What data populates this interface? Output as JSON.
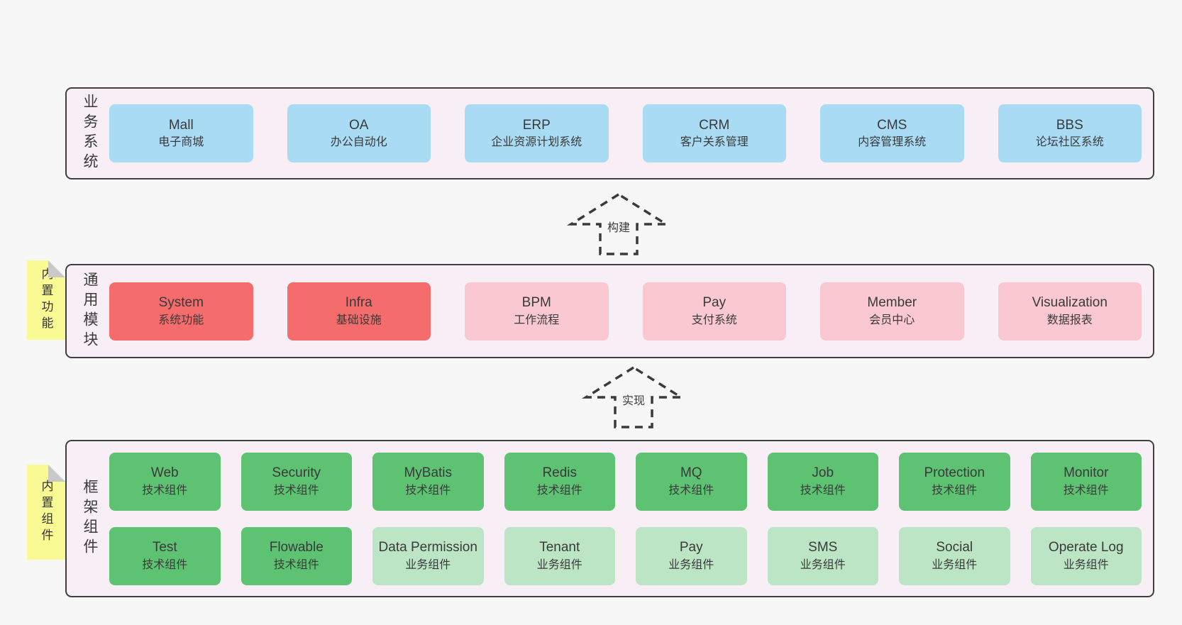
{
  "colors": {
    "page_bg": "#f7f7f7",
    "panel_bg": "#f8eef6",
    "panel_border": "#3f3f3f",
    "box_blue": "#a9dbf5",
    "box_red": "#f56c6c",
    "box_pink": "#fac8d1",
    "box_green": "#5dc373",
    "box_green_light": "#bce5c5",
    "sticky_yellow": "#fafa94",
    "sticky_fold": "#c9c9c9",
    "text": "#3a3a3a"
  },
  "arrows": [
    {
      "label": "构建"
    },
    {
      "label": "实现"
    }
  ],
  "sections": [
    {
      "id": "business-systems",
      "label": "业务系统",
      "boxes": [
        {
          "name": "Mall",
          "desc": "电子商城",
          "variant": "blue"
        },
        {
          "name": "OA",
          "desc": "办公自动化",
          "variant": "blue"
        },
        {
          "name": "ERP",
          "desc": "企业资源计划系统",
          "variant": "blue"
        },
        {
          "name": "CRM",
          "desc": "客户关系管理",
          "variant": "blue"
        },
        {
          "name": "CMS",
          "desc": "内容管理系统",
          "variant": "blue"
        },
        {
          "name": "BBS",
          "desc": "论坛社区系统",
          "variant": "blue"
        }
      ]
    },
    {
      "id": "common-modules",
      "label": "通用模块",
      "sticky": "内置功能",
      "boxes": [
        {
          "name": "System",
          "desc": "系统功能",
          "variant": "red"
        },
        {
          "name": "Infra",
          "desc": "基础设施",
          "variant": "red"
        },
        {
          "name": "BPM",
          "desc": "工作流程",
          "variant": "pink"
        },
        {
          "name": "Pay",
          "desc": "支付系统",
          "variant": "pink"
        },
        {
          "name": "Member",
          "desc": "会员中心",
          "variant": "pink"
        },
        {
          "name": "Visualization",
          "desc": "数据报表",
          "variant": "pink"
        }
      ]
    },
    {
      "id": "framework-components",
      "label": "框架组件",
      "sticky": "内置组件",
      "rows": [
        [
          {
            "name": "Web",
            "desc": "技术组件",
            "variant": "green"
          },
          {
            "name": "Security",
            "desc": "技术组件",
            "variant": "green"
          },
          {
            "name": "MyBatis",
            "desc": "技术组件",
            "variant": "green"
          },
          {
            "name": "Redis",
            "desc": "技术组件",
            "variant": "green"
          },
          {
            "name": "MQ",
            "desc": "技术组件",
            "variant": "green"
          },
          {
            "name": "Job",
            "desc": "技术组件",
            "variant": "green"
          },
          {
            "name": "Protection",
            "desc": "技术组件",
            "variant": "green"
          },
          {
            "name": "Monitor",
            "desc": "技术组件",
            "variant": "green"
          }
        ],
        [
          {
            "name": "Test",
            "desc": "技术组件",
            "variant": "green"
          },
          {
            "name": "Flowable",
            "desc": "技术组件",
            "variant": "green"
          },
          {
            "name": "Data Permission",
            "desc": "业务组件",
            "variant": "green-light"
          },
          {
            "name": "Tenant",
            "desc": "业务组件",
            "variant": "green-light"
          },
          {
            "name": "Pay",
            "desc": "业务组件",
            "variant": "green-light"
          },
          {
            "name": "SMS",
            "desc": "业务组件",
            "variant": "green-light"
          },
          {
            "name": "Social",
            "desc": "业务组件",
            "variant": "green-light"
          },
          {
            "name": "Operate Log",
            "desc": "业务组件",
            "variant": "green-light"
          }
        ]
      ]
    }
  ]
}
